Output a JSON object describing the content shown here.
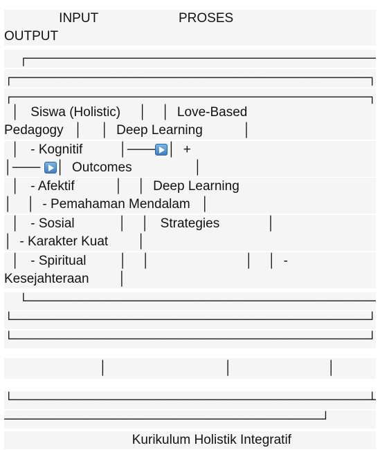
{
  "lines": [
    {
      "text": "               INPUT                      PROSES                       "
    },
    {
      "text": "OUTPUT"
    },
    {
      "text": "    ┌──────────────────────────────────────┐"
    },
    {
      "text": "┌──────────────────────────────────────┐"
    },
    {
      "text": "┌──────────────────────────────────────┐"
    },
    {
      "text": "  │   Siswa (Holistic)     │    │  Love-Based"
    },
    {
      "text": "Pedagogy   │     │  Deep Learning           │"
    },
    {
      "text": "  │   - Kognitif          │───"
    },
    {
      "text": "│─── "
    },
    {
      "text": "  │   - Afektif           │    │  Deep Learning"
    },
    {
      "text": "│    │  - Pemahaman Mendalam   │"
    },
    {
      "text": "  │   - Sosial            │    │   Strategies             │"
    },
    {
      "text": "│  - Karakter Kuat        │"
    },
    {
      "text": "  │   - Spiritual         │    │                          │    │  -"
    },
    {
      "text": "Kesejahteraan        │"
    },
    {
      "text": "    └──────────────────────────────────────┘"
    },
    {
      "text": "└──────────────────────────────────────┘"
    },
    {
      "text": "└──────────────────────────────────────┘"
    },
    {
      "text": "                          │                                │                          │"
    },
    {
      "text": "└──────────────────────────────────────┴────────"
    },
    {
      "text": "──────────────────────────────────┘"
    },
    {
      "text": "                                   Kurikulum Holistik Integratif"
    }
  ],
  "fragments": {
    "kognitif_tail": "│  +",
    "outcomes_tail": "│  Outcomes                 │"
  },
  "icons": {
    "arrow": "play-arrow-icon"
  }
}
